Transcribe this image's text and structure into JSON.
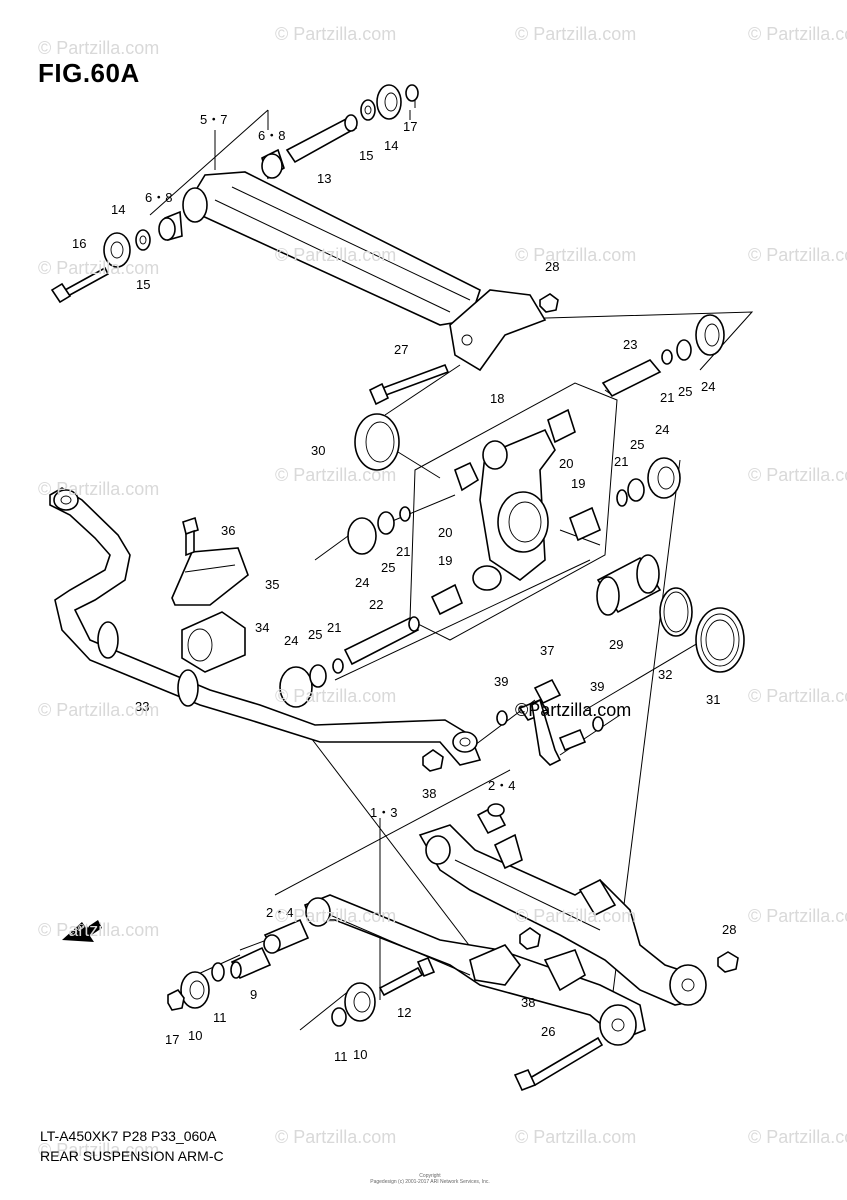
{
  "header": {
    "fig_title": "FIG.60A"
  },
  "footer": {
    "code": "LT-A450XK7 P28 P33_060A",
    "name": "REAR SUSPENSION ARM-C",
    "copyright_line1": "Copyright",
    "copyright_line2": "Pagedesign (c) 2001-2017 ARI Network Services, Inc."
  },
  "watermark": {
    "text": "© Partzilla.com",
    "brand_center": "©Partzilla.com"
  },
  "diagram": {
    "callouts": {
      "c_5_7": "5・7",
      "c_6_8a": "6・8",
      "c_17a": "17",
      "c_14a": "14",
      "c_15a": "15",
      "c_13": "13",
      "c_6_8b": "6・8",
      "c_14b": "14",
      "c_16": "16",
      "c_15b": "15",
      "c_28a": "28",
      "c_27": "27",
      "c_23": "23",
      "c_21a": "21",
      "c_25a": "25",
      "c_24a": "24",
      "c_18": "18",
      "c_30": "30",
      "c_24b": "24",
      "c_25b": "25",
      "c_21b": "21",
      "c_20a": "20",
      "c_19a": "19",
      "c_20b": "20",
      "c_36": "36",
      "c_24c": "24",
      "c_25c": "25",
      "c_21c": "21",
      "c_19b": "19",
      "c_35": "35",
      "c_34": "34",
      "c_22": "22",
      "c_29": "29",
      "c_32": "32",
      "c_31": "31",
      "c_24d": "24",
      "c_25d": "25",
      "c_21d": "21",
      "c_33": "33",
      "c_37": "37",
      "c_39a": "39",
      "c_39b": "39",
      "c_38a": "38",
      "c_2_4a": "2・4",
      "c_1_3": "1・3",
      "c_2_4b": "2・4",
      "c_28b": "28",
      "c_9": "9",
      "c_11a": "11",
      "c_10a": "10",
      "c_17b": "17",
      "c_12": "12",
      "c_38b": "38",
      "c_26": "26",
      "c_11b": "11",
      "c_10b": "10"
    }
  }
}
